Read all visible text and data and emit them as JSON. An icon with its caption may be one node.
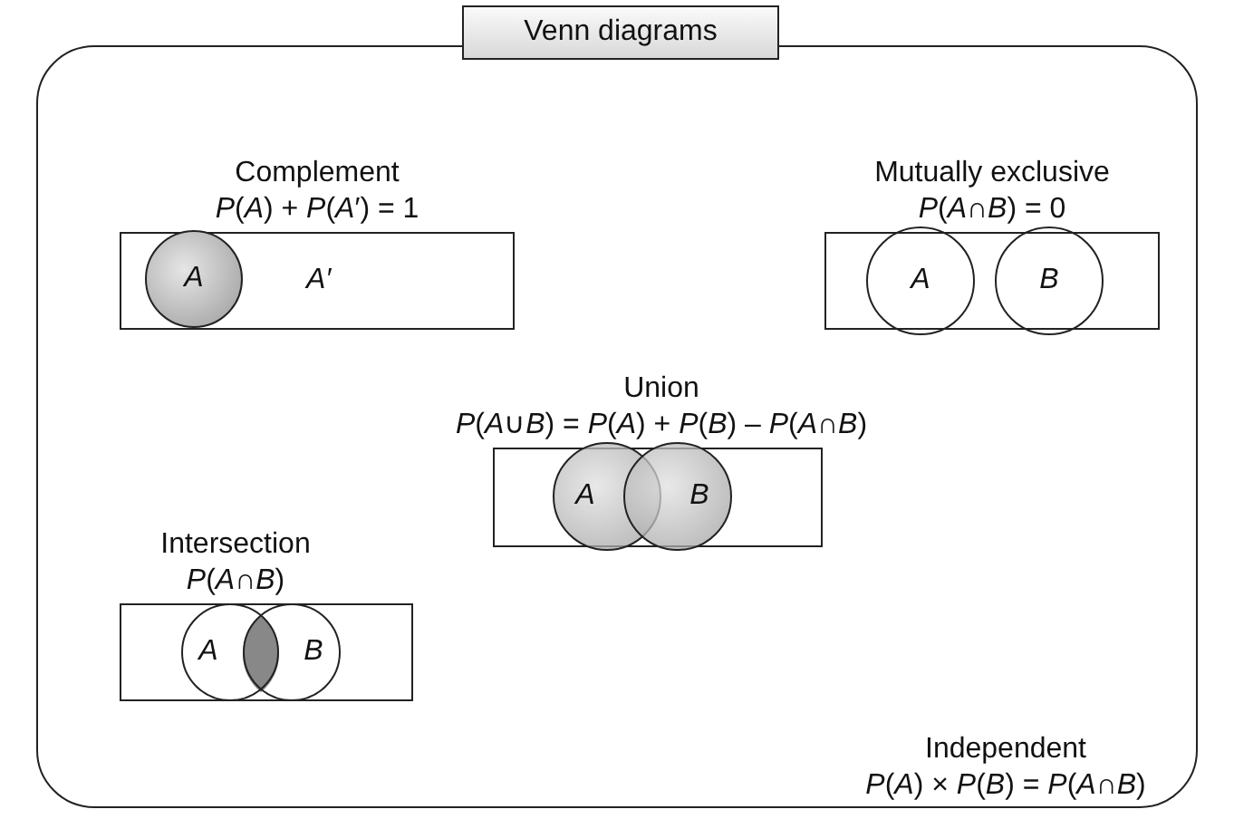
{
  "diagram": {
    "nodes": [
      {
        "text": [
          "Venn diagrams"
        ]
      },
      {
        "text": [
          "Complement",
          "*P*(*A*) + *P*(*A*′) = 1",
          "A′"
        ],
        "in": 0
      },
      {
        "text": [
          "A"
        ],
        "in": 1
      },
      {
        "text": [
          "Mutually exclusive",
          "*P*(*A*∩*B*) = 0"
        ],
        "in": 0
      },
      {
        "text": [
          "A"
        ],
        "in": 3
      },
      {
        "text": [
          "B"
        ],
        "in": 3
      },
      {
        "text": [
          "Union",
          "*P*(*A*∪*B*) = *P*(*A*) + *P*(*B*) – *P*(*A*∩*B*)"
        ],
        "in": 0
      },
      {
        "text": [
          "A"
        ],
        "in": 6
      },
      {
        "text": [
          "B"
        ],
        "in": 6
      },
      {
        "text": [
          "Intersection",
          "*P*(*A*∩*B*)"
        ],
        "in": 0
      },
      {
        "text": [
          "A"
        ],
        "in": 9
      },
      {
        "text": [
          "B"
        ],
        "in": 9
      }
    ],
    "labels": [
      "Independent",
      "*P*(*A*) × *P*(*B*) = *P*(*A*∩*B*)"
    ]
  }
}
